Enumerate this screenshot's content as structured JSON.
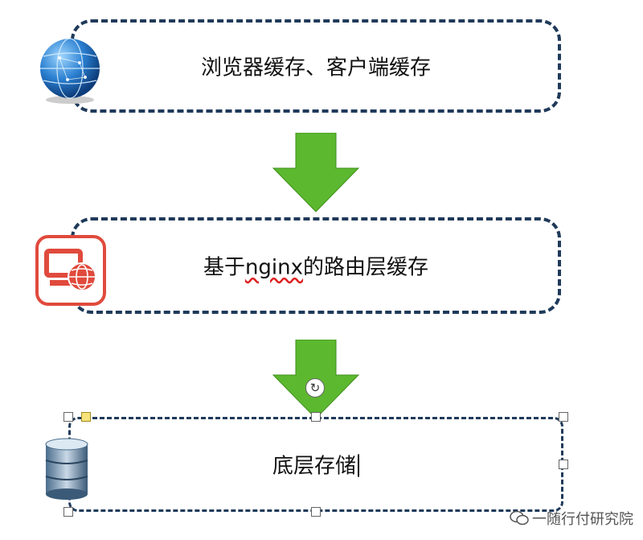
{
  "boxes": [
    {
      "label": "浏览器缓存、客户端缓存",
      "icon": "globe-icon"
    },
    {
      "label_prefix": "基于",
      "label_highlight": "nginx",
      "label_suffix": "的路由层缓存",
      "icon": "monitor-globe-icon"
    },
    {
      "label": "底层存储",
      "icon": "database-icon"
    }
  ],
  "watermark": {
    "text": "一随行付研究院",
    "icon": "wechat-icon"
  },
  "colors": {
    "dash": "#1f3a5a",
    "arrow": "#5cb82e",
    "nginx_icon": "#e04a3c"
  }
}
